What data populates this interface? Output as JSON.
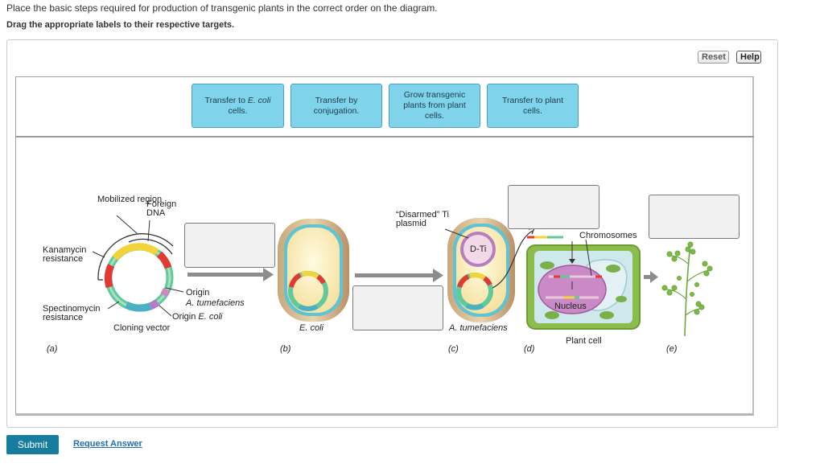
{
  "header": {
    "instruction": "Place the basic steps required for production of transgenic plants in the correct order on the diagram.",
    "drag_instruction": "Drag the appropriate labels to their respective targets."
  },
  "toolbar": {
    "reset_label": "Reset",
    "help_label": "Help"
  },
  "label_pool": [
    {
      "text_before": "Transfer to ",
      "italic": "E. coli",
      "text_after": " cells."
    },
    {
      "text": "Transfer by conjugation."
    },
    {
      "text": "Grow transgenic plants from plant cells."
    },
    {
      "text": "Transfer to plant cells."
    }
  ],
  "diagram": {
    "mobilized_region": "Mobilized region",
    "foreign_dna": "Foreign DNA",
    "kanamycin": "Kanamycin resistance",
    "spectinomycin": "Spectinomycin resistance",
    "origin_atum_word": "Origin",
    "origin_atum_species": "A. tumefaciens",
    "origin_ecoli_word": "Origin",
    "origin_ecoli_species": "E. coli",
    "cloning_vector": "Cloning vector",
    "ecoli_label": "E. coli",
    "disarmed_plasmid": "“Disarmed” Ti plasmid",
    "dti": "D-Ti",
    "atum_label": "A. tumefaciens",
    "chromosomes": "Chromosomes",
    "nucleus": "Nucleus",
    "plant_cell": "Plant cell",
    "panel_a": "(a)",
    "panel_b": "(b)",
    "panel_c": "(c)",
    "panel_d": "(d)",
    "panel_e": "(e)"
  },
  "footer": {
    "submit_label": "Submit",
    "request_answer_label": "Request Answer"
  },
  "colors": {
    "label_fill": "#7fd3ea",
    "submit_fill": "#167d9f",
    "link": "#1f6fb0"
  }
}
